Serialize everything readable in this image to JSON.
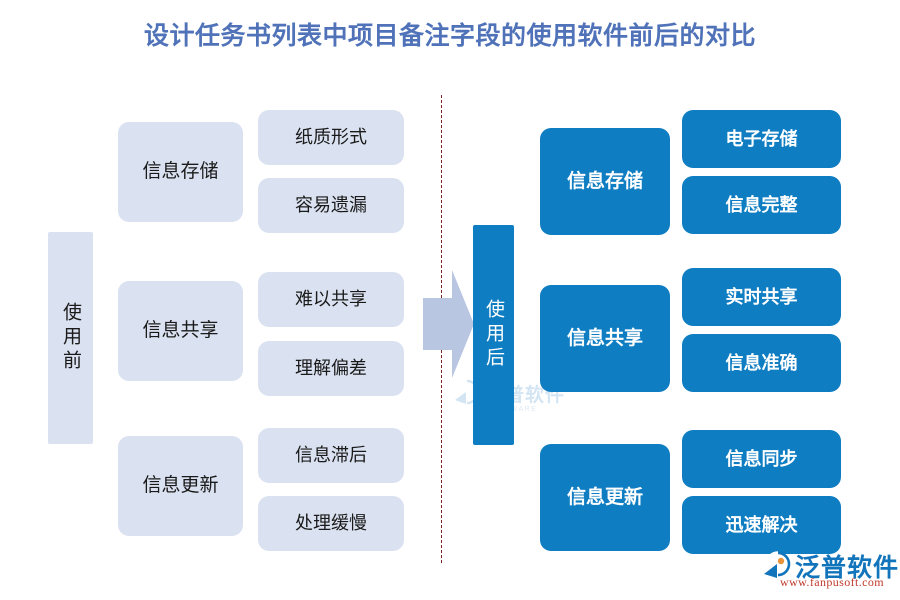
{
  "page": {
    "title": "设计任务书列表中项目备注字段的使用软件前后的对比",
    "background_color": "#ffffff",
    "title_color": "#4f72b8"
  },
  "colors": {
    "before_fill": "#dae1f0",
    "after_fill": "#0f7dc2",
    "divider": "#7c2020",
    "arrow": "#b8c6e2",
    "brand_blue": "#1274bb",
    "brand_red": "#c0392b"
  },
  "before": {
    "spine_label": "使用前",
    "groups": [
      {
        "category": "信息存储",
        "items": [
          "纸质形式",
          "容易遗漏"
        ]
      },
      {
        "category": "信息共享",
        "items": [
          "难以共享",
          "理解偏差"
        ]
      },
      {
        "category": "信息更新",
        "items": [
          "信息滞后",
          "处理缓慢"
        ]
      }
    ]
  },
  "after": {
    "spine_label": "使用后",
    "groups": [
      {
        "category": "信息存储",
        "items": [
          "电子存储",
          "信息完整"
        ]
      },
      {
        "category": "信息共享",
        "items": [
          "实时共享",
          "信息准确"
        ]
      },
      {
        "category": "信息更新",
        "items": [
          "信息同步",
          "迅速解决"
        ]
      }
    ]
  },
  "arrow": {
    "direction": "right"
  },
  "watermark": {
    "cn": "泛普软件",
    "en": "FANPU SOFTWARE"
  },
  "logo": {
    "cn": "泛普软件",
    "url": "www.fanpusoft.com"
  }
}
